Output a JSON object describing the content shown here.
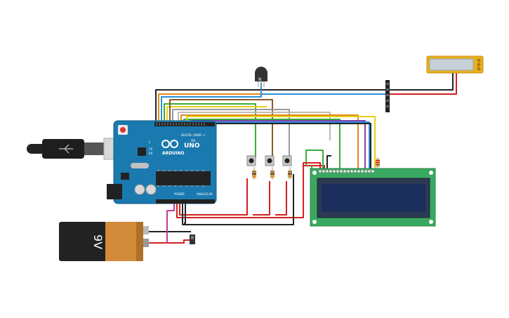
{
  "arduino": {
    "brand_label": "ARDUINO",
    "model_label": "UNO",
    "digital_header_label": "DIGITAL (PWM ~)",
    "power_label": "POWER",
    "analog_label": "ANALOG IN",
    "on_label": "ON",
    "tx_label": "TX",
    "rx_label": "RX",
    "l_label": "L"
  },
  "battery": {
    "voltage_label": "9V"
  },
  "transistor": {
    "label": "N"
  },
  "colors": {
    "arduino_board": "#1a7ab0",
    "lcd_board": "#3aa860",
    "lcd_screen": "#1c2f5c",
    "wire_red": "#d32020",
    "wire_black": "#222222",
    "wire_green": "#3cab3c",
    "wire_blue": "#2a8fd8",
    "wire_yellow": "#e8d018",
    "wire_orange": "#e08a1a",
    "wire_brown": "#8b5a2b",
    "wire_purple": "#8a3fb0",
    "wire_gray": "#9a9a9a"
  }
}
